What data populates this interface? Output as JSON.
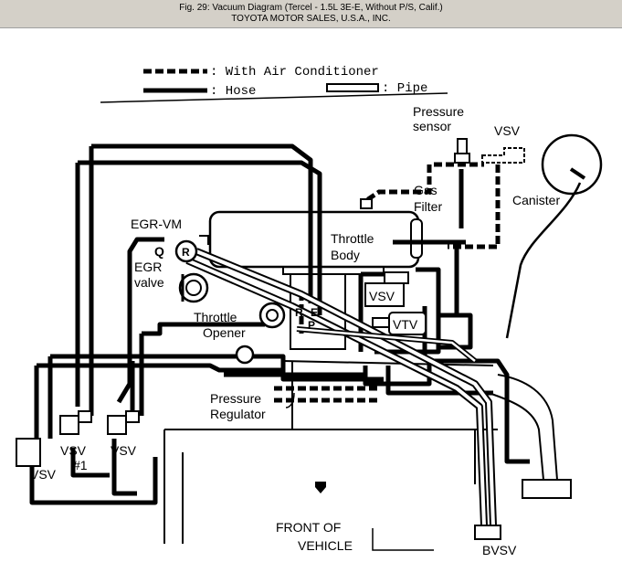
{
  "caption": {
    "line1": "Fig. 29: Vacuum Diagram (Tercel - 1.5L 3E-E, Without P/S, Calif.)",
    "line2": "TOYOTA MOTOR SALES, U.S.A., INC."
  },
  "legend": {
    "with_ac": ": With Air Conditioner",
    "hose": ": Hose",
    "pipe": ": Pipe"
  },
  "labels": {
    "pressure": "Pressure",
    "sensor": "sensor",
    "vsv_top": "VSV",
    "gas": "Gas",
    "filter": "Filter",
    "canister": "Canister",
    "egr_vm": "EGR-VM",
    "q": "Q",
    "r": "R",
    "throttle": "Throttle",
    "body": "Body",
    "egr": "EGR",
    "valve": "valve",
    "vsv_mid": "VSV",
    "throttle2": "Throttle",
    "opener": "Opener",
    "r_small": "R",
    "e_small": "E",
    "p_small": "P",
    "vtv": "VTV",
    "pressure2": "Pressure",
    "regulator": "Regulator",
    "vsv_left": "VSV",
    "vsv1": "VSV",
    "num1": "#1",
    "vsv_right": "VSV",
    "front_of": "FRONT OF",
    "vehicle": "VEHICLE",
    "bvsv": "BVSV"
  }
}
